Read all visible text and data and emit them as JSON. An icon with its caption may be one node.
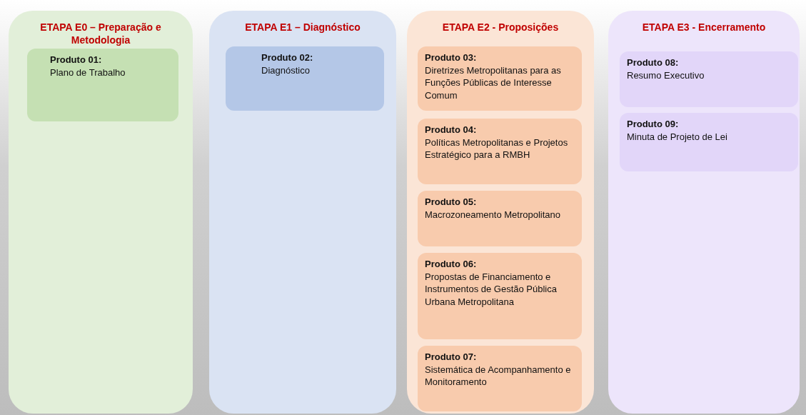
{
  "diagram": {
    "nodes": [
      {
        "text": [
          "ETAPA E0 – Preparação e Metodologia"
        ]
      },
      {
        "text": [
          "Produto 01:",
          "Plano de Trabalho"
        ],
        "in": 0
      },
      {
        "text": [
          "ETAPA E1 – Diagnóstico"
        ]
      },
      {
        "text": [
          "Produto 02:",
          "Diagnóstico"
        ],
        "in": 2
      },
      {
        "text": [
          "ETAPA E2 - Proposições"
        ]
      },
      {
        "text": [
          "Produto 03:",
          "Diretrizes Metropolitanas para as Funções Públicas de Interesse Comum"
        ],
        "in": 4
      },
      {
        "text": [
          "Produto 04:",
          "Políticas Metropolitanas e Projetos Estratégico para a RMBH"
        ],
        "in": 4
      },
      {
        "text": [
          "Produto 05:",
          "Macrozoneamento Metropolitano"
        ],
        "in": 4
      },
      {
        "text": [
          "Produto 06:",
          "Propostas de Financiamento e Instrumentos de Gestão Pública Urbana Metropolitana"
        ],
        "in": 4
      },
      {
        "text": [
          "Produto 07:",
          "Sistemática de Acompanhamento e Monitoramento"
        ],
        "in": 4
      },
      {
        "text": [
          "ETAPA E3 - Encerramento"
        ]
      },
      {
        "text": [
          "Produto 08:",
          "Resumo Executivo"
        ],
        "in": 10
      },
      {
        "text": [
          "Produto 09:",
          "Minuta de Projeto de Lei"
        ],
        "in": 10
      }
    ]
  }
}
